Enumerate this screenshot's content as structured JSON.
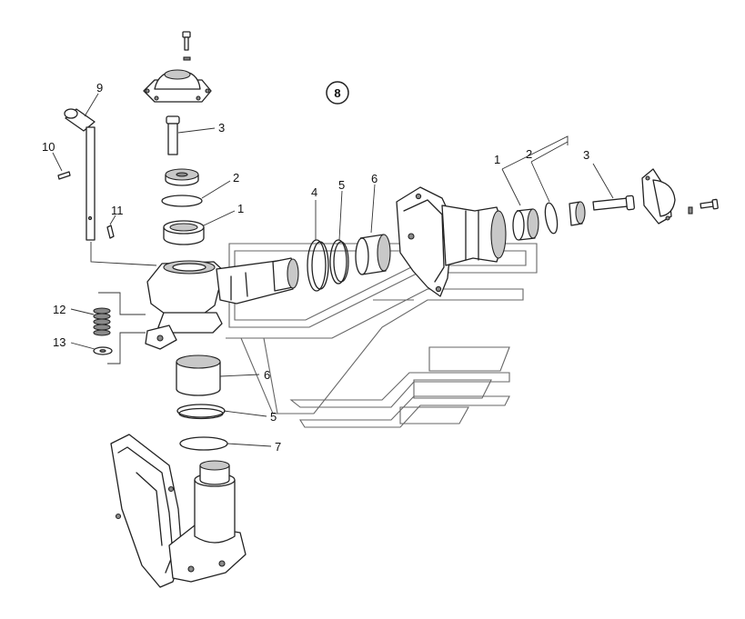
{
  "diagram": {
    "group_label": "8",
    "callouts": [
      {
        "id": "c9",
        "text": "9"
      },
      {
        "id": "c10",
        "text": "10"
      },
      {
        "id": "c11",
        "text": "11"
      },
      {
        "id": "c12",
        "text": "12"
      },
      {
        "id": "c13",
        "text": "13"
      },
      {
        "id": "c3-top",
        "text": "3"
      },
      {
        "id": "c2-top",
        "text": "2"
      },
      {
        "id": "c1-top",
        "text": "1"
      },
      {
        "id": "c4",
        "text": "4"
      },
      {
        "id": "c5-right",
        "text": "5"
      },
      {
        "id": "c6-right",
        "text": "6"
      },
      {
        "id": "c1-right",
        "text": "1"
      },
      {
        "id": "c2-right",
        "text": "2"
      },
      {
        "id": "c3-right",
        "text": "3"
      },
      {
        "id": "c6-low",
        "text": "6"
      },
      {
        "id": "c5-low",
        "text": "5"
      },
      {
        "id": "c7",
        "text": "7"
      }
    ]
  }
}
